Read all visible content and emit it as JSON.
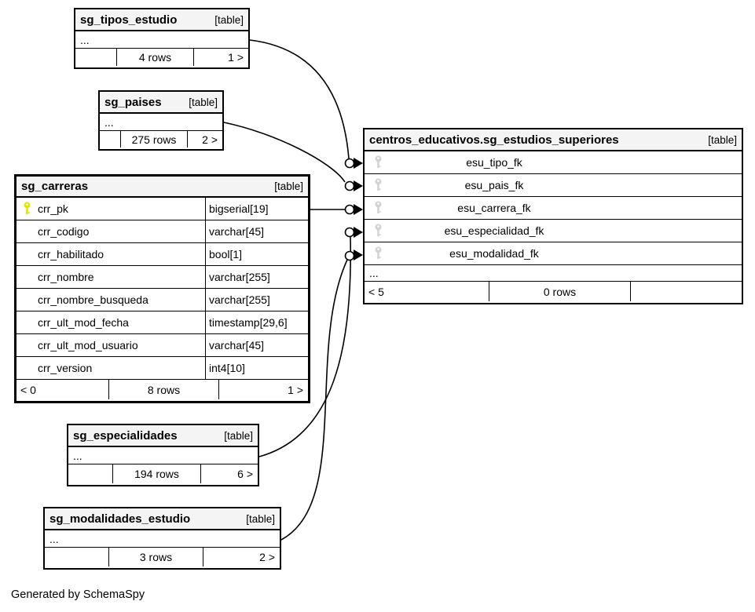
{
  "footer_note": "Generated by SchemaSpy",
  "colors": {
    "header_bg": "#f4f4f4",
    "line": "#000000",
    "pk_key": "#e3e300",
    "fk_key": "#d2d2d2",
    "background": "#ffffff"
  },
  "tables": {
    "tipos": {
      "title": "sg_tipos_estudio",
      "badge": "[table]",
      "ellipsis": "...",
      "pager": {
        "left": "",
        "rows": "4 rows",
        "right": "1 >"
      }
    },
    "paises": {
      "title": "sg_paises",
      "badge": "[table]",
      "ellipsis": "...",
      "pager": {
        "left": "",
        "rows": "275 rows",
        "right": "2 >"
      }
    },
    "carreras": {
      "title": "sg_carreras",
      "badge": "[table]",
      "columns": [
        {
          "name": "crr_pk",
          "type": "bigserial[19]",
          "key": "pk"
        },
        {
          "name": "crr_codigo",
          "type": "varchar[45]",
          "key": ""
        },
        {
          "name": "crr_habilitado",
          "type": "bool[1]",
          "key": ""
        },
        {
          "name": "crr_nombre",
          "type": "varchar[255]",
          "key": ""
        },
        {
          "name": "crr_nombre_busqueda",
          "type": "varchar[255]",
          "key": ""
        },
        {
          "name": "crr_ult_mod_fecha",
          "type": "timestamp[29,6]",
          "key": ""
        },
        {
          "name": "crr_ult_mod_usuario",
          "type": "varchar[45]",
          "key": ""
        },
        {
          "name": "crr_version",
          "type": "int4[10]",
          "key": ""
        }
      ],
      "pager": {
        "left": "< 0",
        "rows": "8 rows",
        "right": "1 >"
      }
    },
    "estudios": {
      "title": "centros_educativos.sg_estudios_superiores",
      "badge": "[table]",
      "ellipsis": "...",
      "columns": [
        {
          "name": "esu_tipo_fk",
          "key": "fk"
        },
        {
          "name": "esu_pais_fk",
          "key": "fk"
        },
        {
          "name": "esu_carrera_fk",
          "key": "fk"
        },
        {
          "name": "esu_especialidad_fk",
          "key": "fk"
        },
        {
          "name": "esu_modalidad_fk",
          "key": "fk"
        }
      ],
      "pager": {
        "left": "< 5",
        "rows": "0 rows",
        "right": ""
      }
    },
    "especialidades": {
      "title": "sg_especialidades",
      "badge": "[table]",
      "ellipsis": "...",
      "pager": {
        "left": "",
        "rows": "194 rows",
        "right": "6 >"
      }
    },
    "modalidades": {
      "title": "sg_modalidades_estudio",
      "badge": "[table]",
      "ellipsis": "...",
      "pager": {
        "left": "",
        "rows": "3 rows",
        "right": "2 >"
      }
    }
  },
  "relationships": [
    {
      "from": "sg_tipos_estudio",
      "to": "esu_tipo_fk"
    },
    {
      "from": "sg_paises",
      "to": "esu_pais_fk"
    },
    {
      "from": "sg_carreras.crr_pk",
      "to": "esu_carrera_fk"
    },
    {
      "from": "sg_especialidades",
      "to": "esu_especialidad_fk"
    },
    {
      "from": "sg_modalidades_estudio",
      "to": "esu_modalidad_fk"
    }
  ]
}
